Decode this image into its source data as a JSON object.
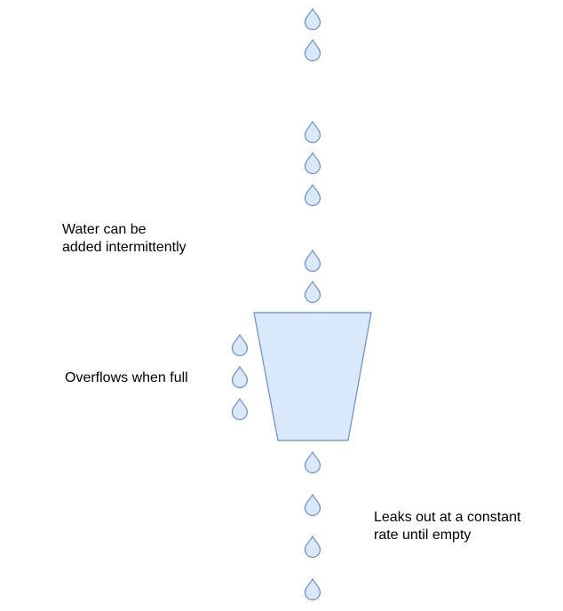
{
  "colors": {
    "fill": "#dae8fc",
    "stroke": "#6c8ebf"
  },
  "labels": {
    "added": "Water can be\nadded intermittently",
    "overflow": "Overflows when full",
    "leaks": "Leaks out at a constant\nrate until empty"
  },
  "icons": {
    "drop": "water-drop-icon",
    "bucket": "bucket-shape"
  }
}
